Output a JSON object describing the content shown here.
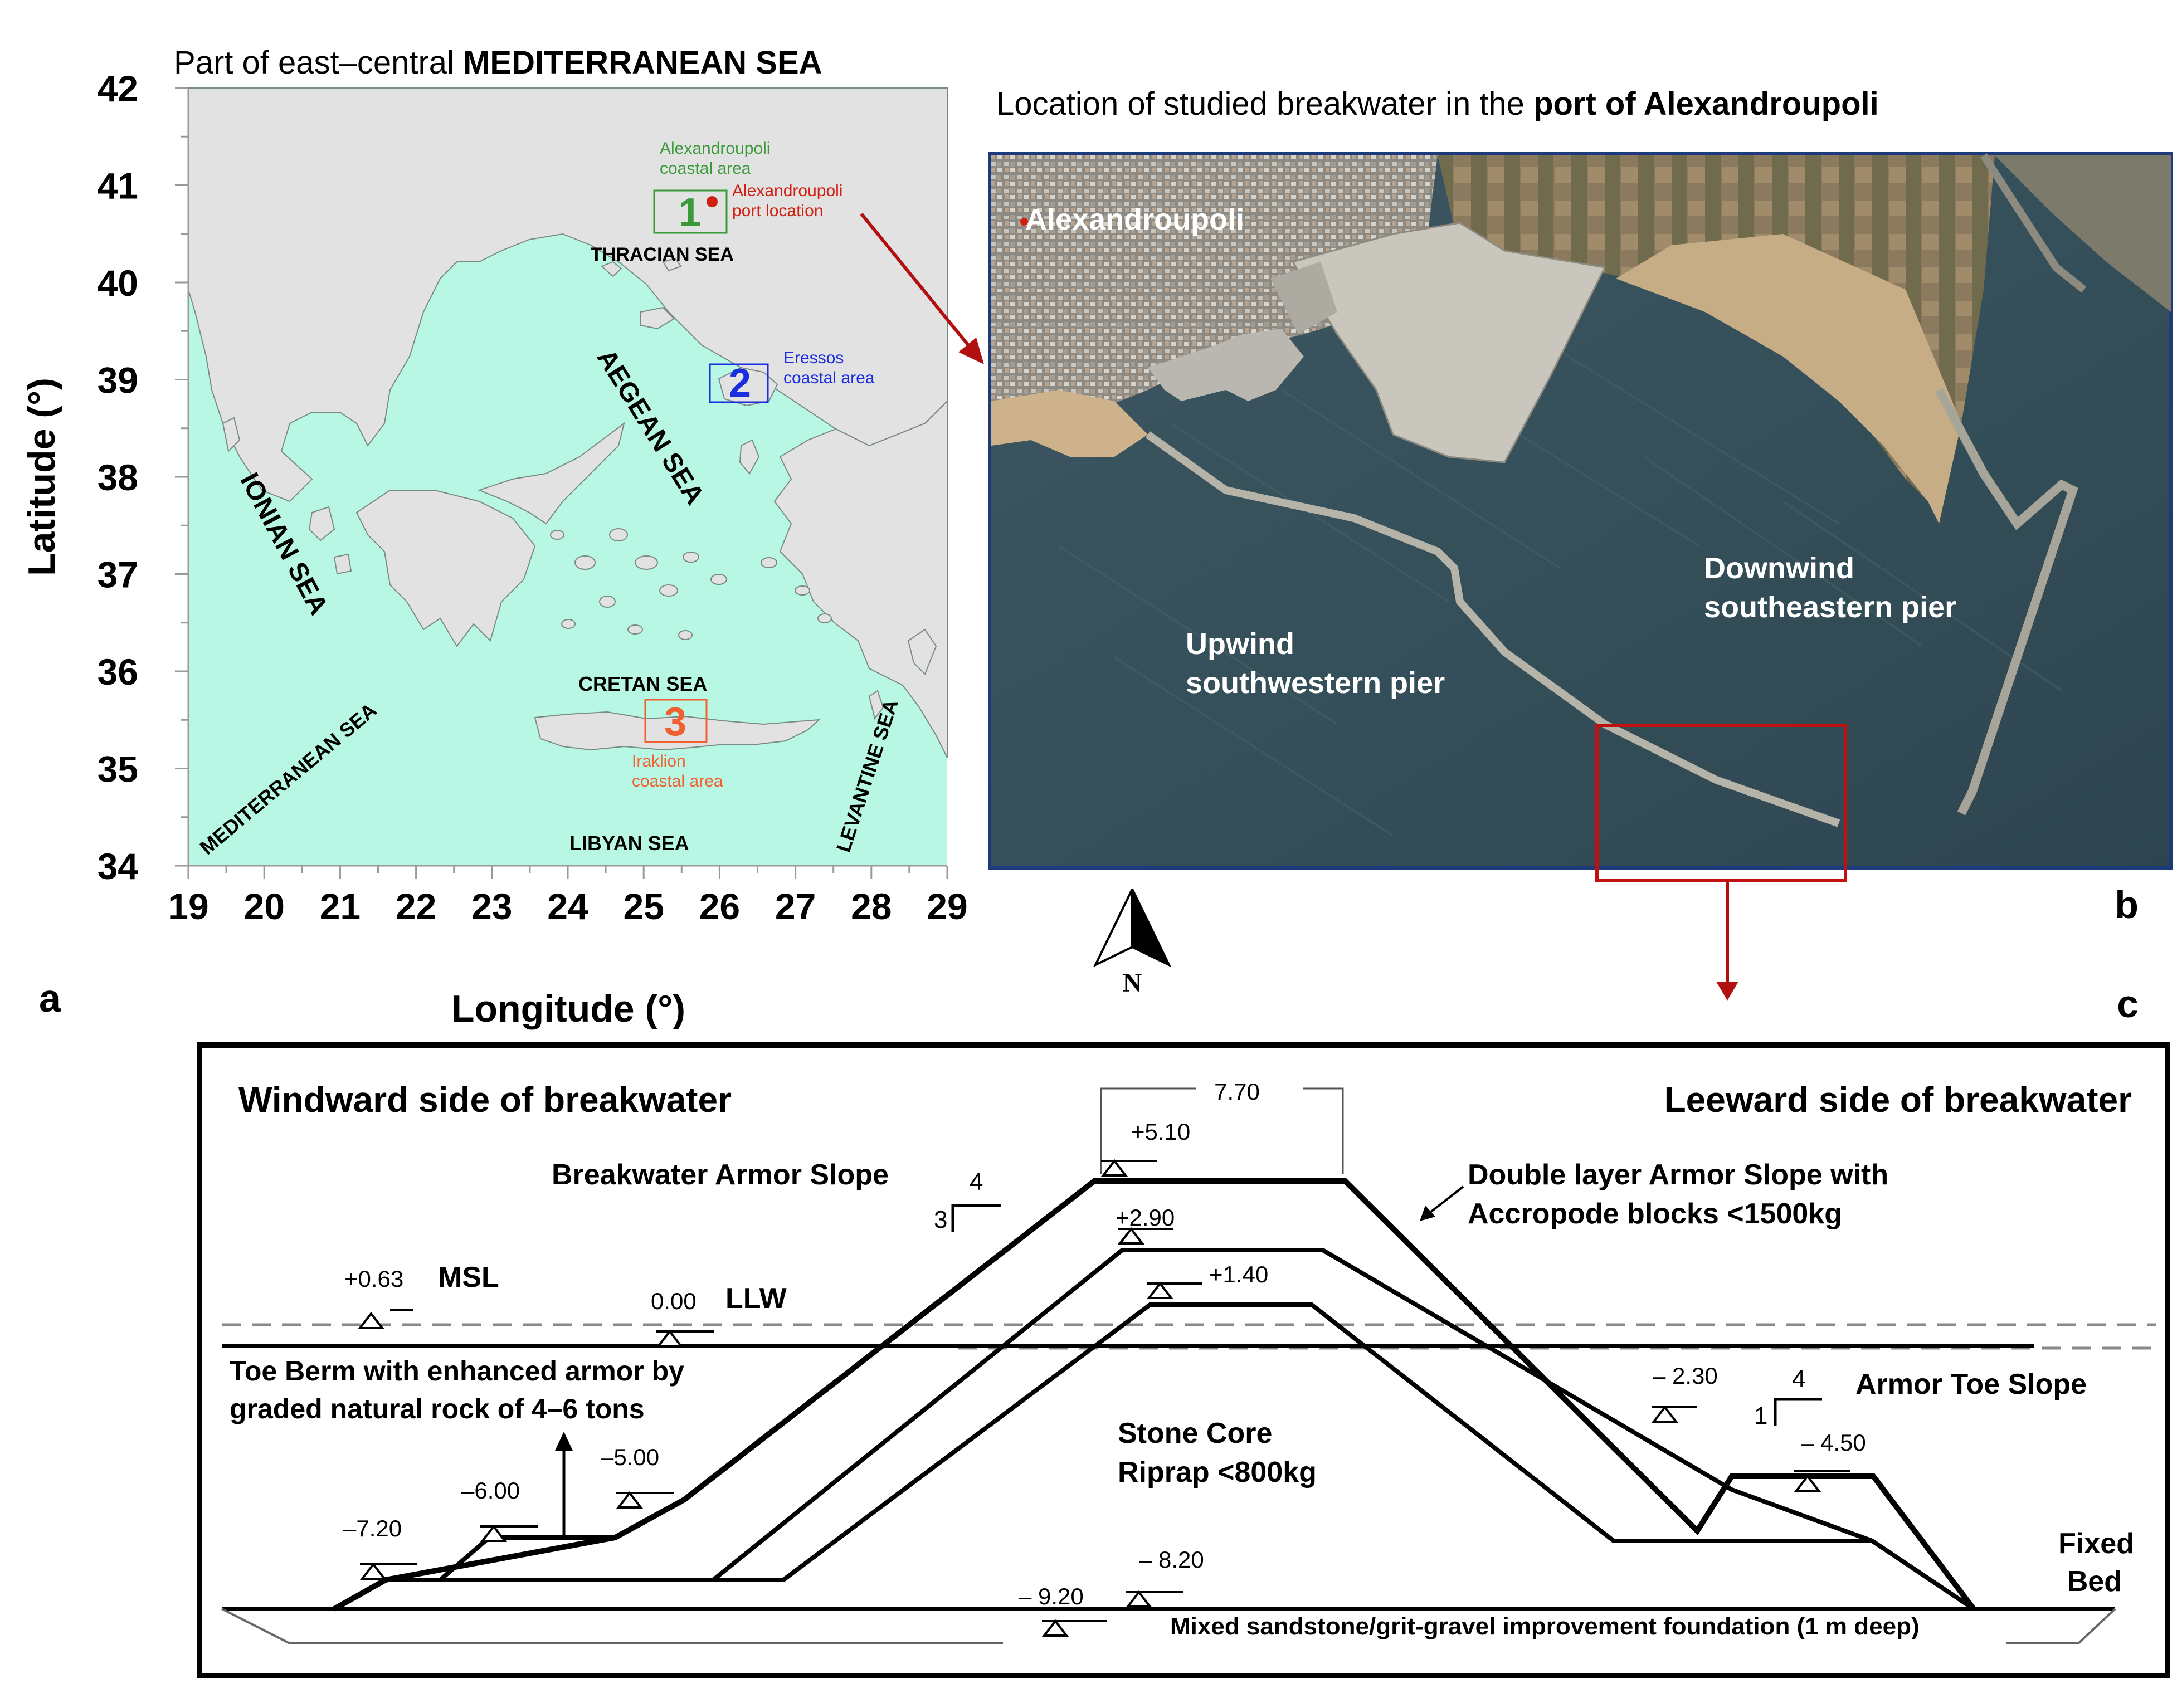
{
  "panel_labels": {
    "a": "a",
    "b": "b",
    "c": "c"
  },
  "map": {
    "title_prefix": "Part of east–central ",
    "title_bold": "MEDITERRANEAN SEA",
    "xlabel": "Longitude (°)",
    "ylabel": "Latitude (°)",
    "xticks": [
      19,
      20,
      21,
      22,
      23,
      24,
      25,
      26,
      27,
      28,
      29
    ],
    "yticks": [
      34,
      35,
      36,
      37,
      38,
      39,
      40,
      41,
      42
    ],
    "seas": {
      "thracian": "THRACIAN SEA",
      "aegean": "AEGEAN SEA",
      "ionian": "IONIAN SEA",
      "cretan": "CRETAN SEA",
      "mediterranean": "MEDITERRANEAN SEA",
      "libyan": "LIBYAN SEA",
      "levantine": "LEVANTINE SEA"
    },
    "areas": [
      {
        "number": "1",
        "line1": "Alexandroupoli",
        "line2": "coastal area",
        "color": "#3a9a3a"
      },
      {
        "number": "2",
        "line1": "Eressos",
        "line2": "coastal area",
        "color": "#1a2ee0"
      },
      {
        "number": "3",
        "line1": "Iraklion",
        "line2": "coastal area",
        "color": "#f06030"
      }
    ],
    "port_line1": "Alexandroupoli",
    "port_line2": "port location",
    "colors": {
      "sea": "#b8f7e4",
      "land": "#e2e2e2",
      "port": "#d02010"
    }
  },
  "photo": {
    "title_prefix": "Location of studied breakwater in the ",
    "title_bold": "port of Alexandroupoli",
    "city": "Alexandroupoli",
    "upwind_line1": "Upwind",
    "upwind_line2": "southwestern pier",
    "downwind_line1": "Downwind",
    "downwind_line2": "southeastern pier",
    "north": "N"
  },
  "section": {
    "windward": "Windward side of breakwater",
    "leeward": "Leeward side of breakwater",
    "crest_width": "7.70",
    "crest_level": "+5.10",
    "level_290": "+2.90",
    "level_140": "+1.40",
    "msl_value": "+0.63",
    "msl_label": "MSL",
    "llw_value": "0.00",
    "llw_label": "LLW",
    "armor_slope_label": "Breakwater Armor  Slope",
    "armor_slope_h": "4",
    "armor_slope_v": "3",
    "double_layer_line1": "Double layer Armor Slope with",
    "double_layer_line2": "Accropode blocks <1500kg",
    "toe_berm_line1": "Toe Berm with enhanced armor by",
    "toe_berm_line2": "graded natural rock of 4–6 tons",
    "core_line1": "Stone Core",
    "core_line2": "Riprap <800kg",
    "level_m230": "– 2.30",
    "level_m450": "– 4.50",
    "toe_slope_label": "Armor  Toe Slope",
    "toe_slope_h": "4",
    "toe_slope_v": "1",
    "level_m500": "–5.00",
    "level_m600": "–6.00",
    "level_m720": "–7.20",
    "level_m820": "– 8.20",
    "level_m920": "– 9.20",
    "fixed_line1": "Fixed",
    "fixed_line2": "Bed",
    "foundation": "Mixed sandstone/grit-gravel  improvement foundation (1 m deep)"
  }
}
